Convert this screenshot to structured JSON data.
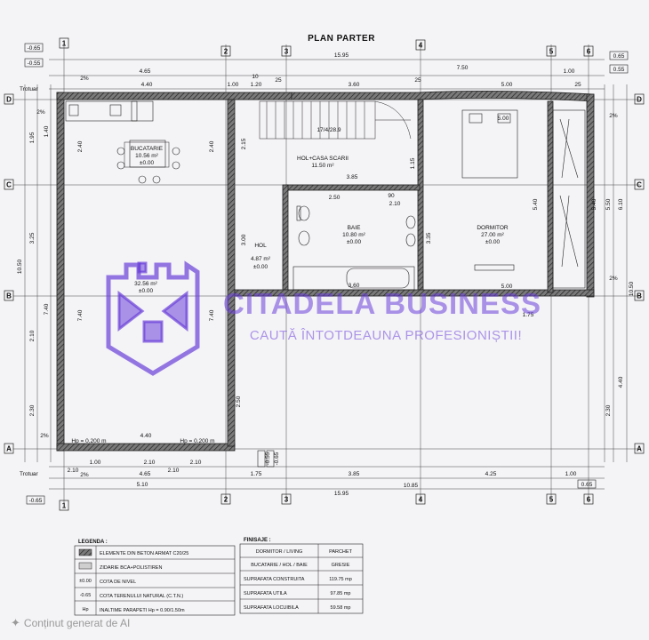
{
  "title": "PLAN PARTER",
  "axes": {
    "numbers": [
      "1",
      "2",
      "3",
      "4",
      "5",
      "6"
    ],
    "letters": [
      "A",
      "B",
      "C",
      "D"
    ]
  },
  "rooms": {
    "bucatarie": {
      "name": "BUCATARIE",
      "area": "10.56 m²",
      "level": "±0.00"
    },
    "living": {
      "area": "32.56 m²",
      "level": "±0.00"
    },
    "hol_scari": {
      "name": "HOL+CASA SCARII",
      "area": "11.50 m²"
    },
    "baie": {
      "name": "BAIE",
      "area": "10.80 m²",
      "level": "±0.00"
    },
    "dormitor": {
      "name": "DORMITOR",
      "area": "27.00 m²",
      "level": "±0.00"
    },
    "hol": {
      "name": "HOL",
      "area": "4.87 m²",
      "level": "±0.00"
    }
  },
  "dims": {
    "top_total": "15.95",
    "top_a": "4.65",
    "top_b": "7.50",
    "top_c": "1.00",
    "top_row2": [
      "4.40",
      "1.00",
      "1.20",
      "25",
      "3.60",
      "25",
      "5.00",
      "25"
    ],
    "top_mid": "10",
    "bottom_row1": [
      "1.00",
      "2.10",
      "1.75",
      "3.85",
      "4.25",
      "1.00"
    ],
    "bottom_row2": [
      "4.65",
      "1.75",
      "3.85",
      "10.85"
    ],
    "bottom_total": "15.95",
    "bottom_misc": [
      "2.10",
      "2.10",
      "5.10"
    ],
    "left_total": "10.50",
    "left_a": [
      "1.95",
      "3.25",
      "2.10",
      "2.30"
    ],
    "left_b": [
      "1.40",
      "7.40"
    ],
    "left_c": [
      "2.40",
      "2.40",
      "7.40"
    ],
    "right_total": "10.50",
    "right_a": [
      "5.40",
      "5.50",
      "4.40",
      "2.30"
    ],
    "right_b": "6.10",
    "hall": [
      "2.15",
      "3.00",
      "2.50"
    ],
    "bath": [
      "3.85",
      "2.50",
      "90",
      "2.10",
      "3.60",
      "1.75",
      "1.15",
      "3.35"
    ],
    "bed": [
      "5.00",
      "5.00",
      "1.75"
    ],
    "kitchen_bottom": "4.40",
    "kitchen_hp": "Hp = 0.200 m",
    "stairs": "17/4/28.9",
    "levels": [
      "-0.65",
      "-0.55",
      "0.65",
      "0.55",
      "-0.55",
      "-0.65",
      "0.65"
    ],
    "pct": "2%",
    "trotuar": "Trotuar"
  },
  "watermark": {
    "brand": "CITADELA BUSINESS",
    "slogan": "CAUTĂ ÎNTOTDEAUNA PROFESIONIȘTII!"
  },
  "legend": {
    "title": "LEGENDA :",
    "items": [
      {
        "symbol": "",
        "text": "ELEMENTE DIN BETON ARMAT C20/25"
      },
      {
        "symbol": "",
        "text": "ZIDARIE BCA+POLISTIREN"
      },
      {
        "symbol": "±0.00",
        "text": "COTA DE NIVEL"
      },
      {
        "symbol": "-0.65",
        "text": "COTA TERENULUI NATURAL (C.T.N.)"
      },
      {
        "symbol": "Hp",
        "text": "INALTIME PARAPETI Hp = 0.90/1.50m"
      }
    ]
  },
  "finishes": {
    "title": "FINISAJE :",
    "rows": [
      {
        "label": "DORMITOR / LIVING",
        "value": "PARCHET"
      },
      {
        "label": "BUCATARIE / HOL / BAIE",
        "value": "GRESIE"
      }
    ],
    "areas": [
      {
        "label": "SUPRAFATA CONSTRUITA",
        "value": "119.75 mp"
      },
      {
        "label": "SUPRAFATA UTILA",
        "value": "97.85 mp"
      },
      {
        "label": "SUPRAFATA LOCUIBILA",
        "value": "59.58 mp"
      }
    ]
  },
  "ai_note": "Conținut generat de AI",
  "colors": {
    "wall": "#3a3a3a",
    "watermark": "#6a3fd8",
    "line": "#222222"
  }
}
